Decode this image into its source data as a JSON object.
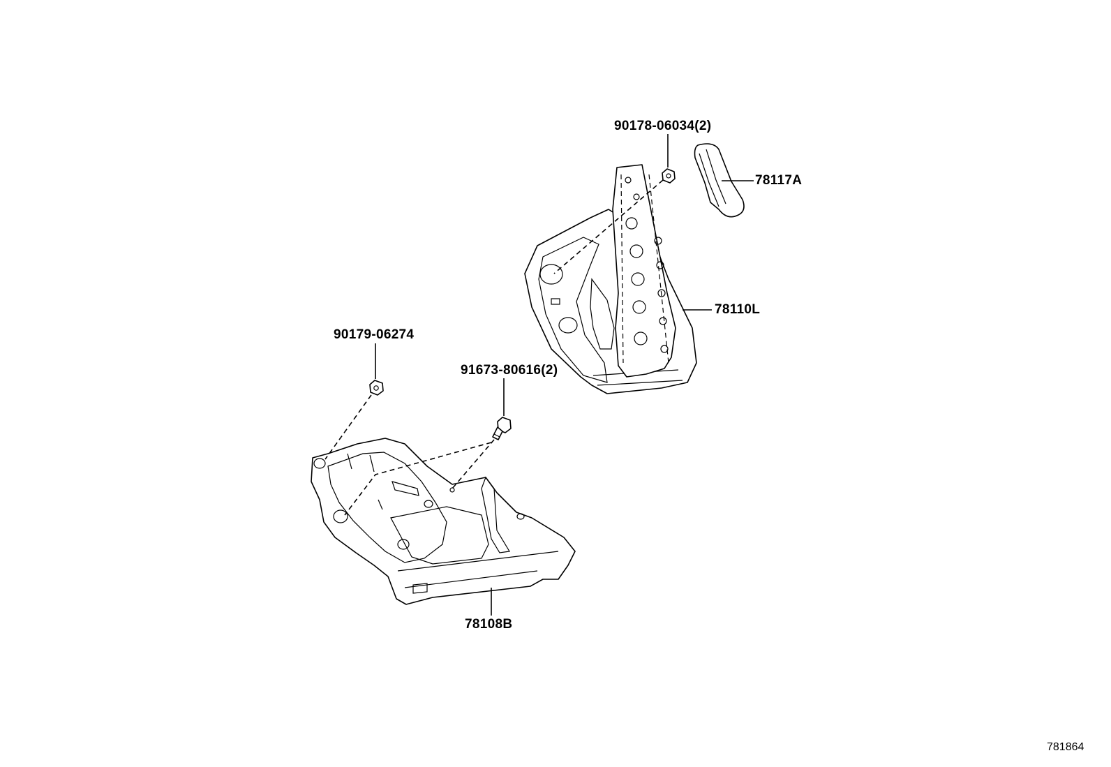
{
  "callouts": {
    "nut_top": "90178-06034(2)",
    "pad": "78117A",
    "pedal": "78110L",
    "nut_left": "90179-06274",
    "bolt": "91673-80616(2)",
    "bracket": "78108B"
  },
  "figure_number": "781864"
}
